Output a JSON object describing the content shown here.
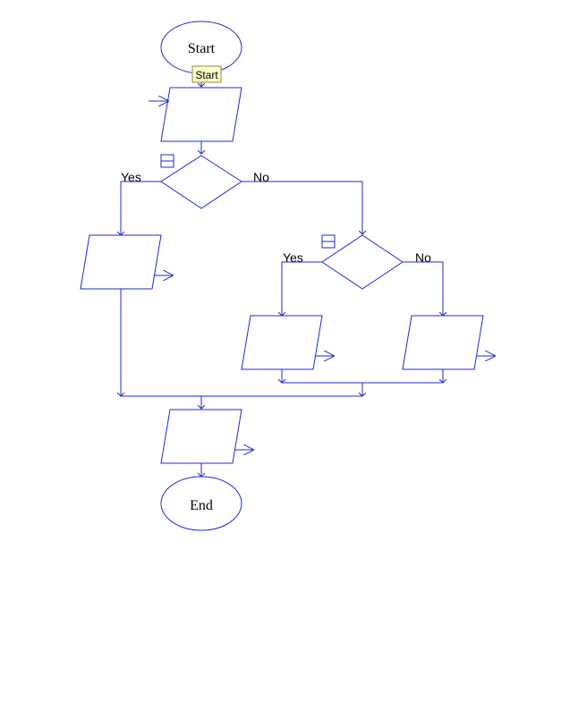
{
  "nodes": {
    "start": {
      "label": "Start"
    },
    "end": {
      "label": "End"
    }
  },
  "tooltip": {
    "label": "Start"
  },
  "decision1": {
    "yes_label": "Yes",
    "no_label": "No"
  },
  "decision2": {
    "yes_label": "Yes",
    "no_label": "No"
  },
  "colors": {
    "stroke": "#1f2ad6",
    "tooltip_bg": "#fdfdc6"
  }
}
